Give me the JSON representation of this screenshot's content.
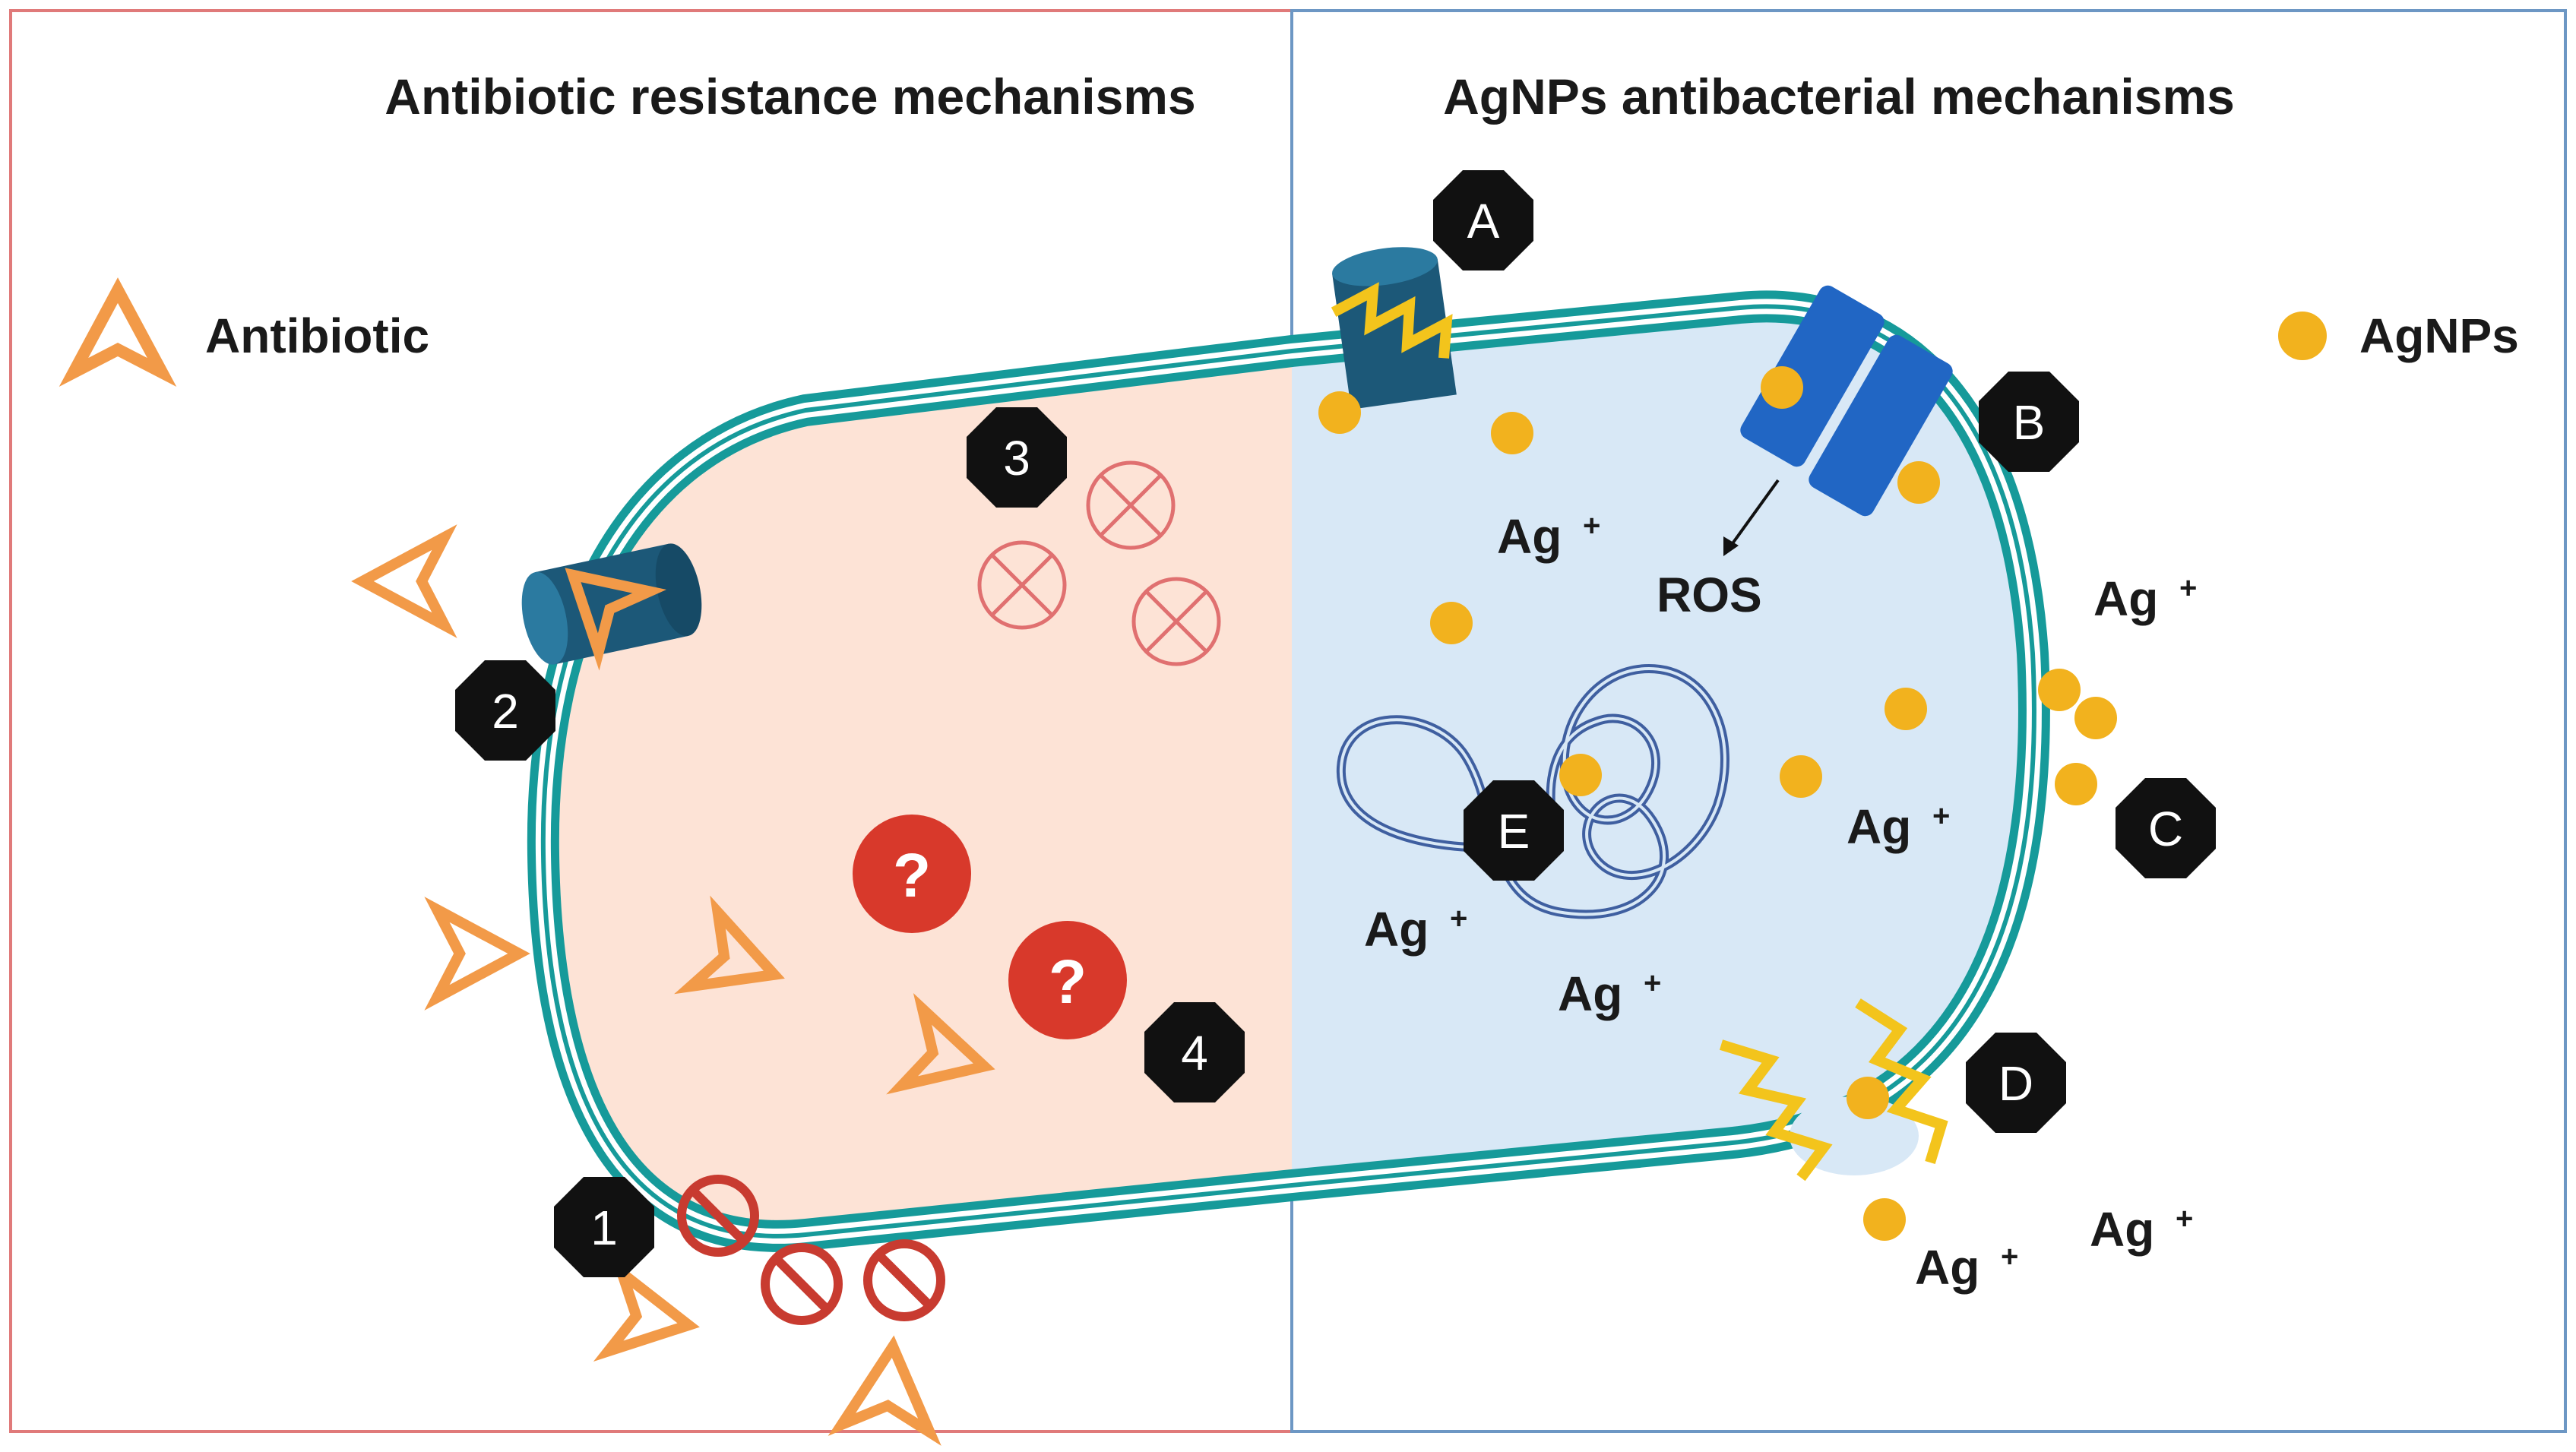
{
  "left_panel": {
    "title": "Antibiotic resistance mechanisms",
    "legend_label": "Antibiotic",
    "border_color": "#e07a7a",
    "fill_color": "#fde3d6"
  },
  "right_panel": {
    "title": "AgNPs antibacterial mechanisms",
    "legend_label": "AgNPs",
    "border_color": "#6d97c4",
    "fill_color": "#d8e8f6"
  },
  "numbered_badges": [
    "1",
    "2",
    "3",
    "4"
  ],
  "lettered_badges": [
    "A",
    "B",
    "C",
    "D",
    "E"
  ],
  "question_mark": "?",
  "ros_label": "ROS",
  "silver_ion": {
    "base": "Ag",
    "charge": "+"
  },
  "colors": {
    "membrane": "#169a9a",
    "antibiotic": "#f29a48",
    "agnp": "#f2b21e",
    "badge": "#111111",
    "channel": "#1c5878",
    "porin": "#2166c4",
    "inhibit": "#e07070",
    "block": "#c83b30",
    "question": "#d8392b",
    "dna": "#3f5fa0",
    "rupture": "#f3c41c"
  },
  "icons": [
    "antibiotic-icon",
    "agnp-icon",
    "efflux-pump-icon",
    "porin-icon",
    "blocked-icon",
    "inhibition-icon",
    "question-icon",
    "dna-icon"
  ]
}
